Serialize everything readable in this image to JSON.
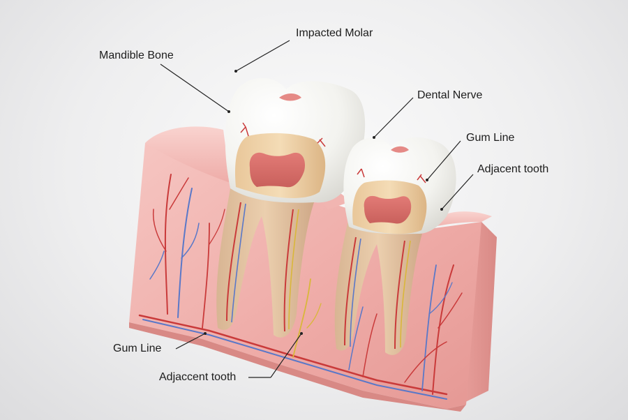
{
  "labels": {
    "impacted_molar": "Impacted Molar",
    "mandible_bone": "Mandible Bone",
    "dental_nerve": "Dental Nerve",
    "gum_line_top": "Gum Line",
    "adjacent_tooth_top": "Adjacent tooth",
    "gum_line_bottom": "Gum Line",
    "adjacent_tooth_bottom": "Adjaccent tooth"
  }
}
